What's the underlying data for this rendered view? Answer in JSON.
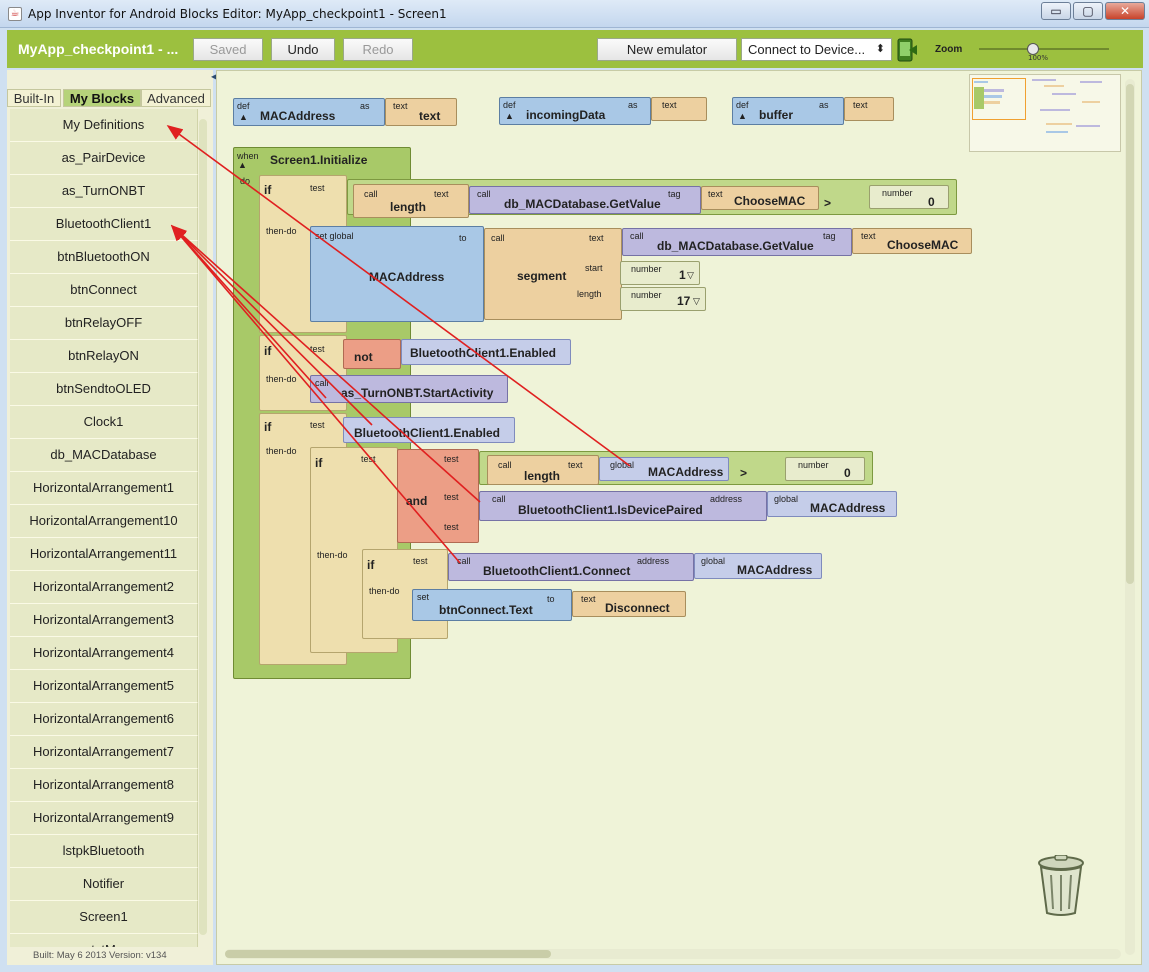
{
  "window": {
    "title": "App Inventor for Android Blocks Editor: MyApp_checkpoint1 - Screen1",
    "min": "▭",
    "max": "▢",
    "close": "✕"
  },
  "toolbar": {
    "project": "MyApp_checkpoint1 - ...",
    "saved": "Saved",
    "undo": "Undo",
    "redo": "Redo",
    "new_emulator": "New emulator",
    "connect": "Connect to Device...",
    "zoom_label": "Zoom",
    "zoom_pct": "100%"
  },
  "sidebar": {
    "tabs": [
      "Built-In",
      "My Blocks",
      "Advanced"
    ],
    "active_tab": "My Blocks",
    "items": [
      "My Definitions",
      "as_PairDevice",
      "as_TurnONBT",
      "BluetoothClient1",
      "btnBluetoothON",
      "btnConnect",
      "btnRelayOFF",
      "btnRelayON",
      "btnSendtoOLED",
      "Clock1",
      "db_MACDatabase",
      "HorizontalArrangement1",
      "HorizontalArrangement10",
      "HorizontalArrangement11",
      "HorizontalArrangement2",
      "HorizontalArrangement3",
      "HorizontalArrangement4",
      "HorizontalArrangement5",
      "HorizontalArrangement6",
      "HorizontalArrangement7",
      "HorizontalArrangement8",
      "HorizontalArrangement9",
      "lstpkBluetooth",
      "Notifier",
      "Screen1",
      "txtM"
    ],
    "built": "Built: May 6 2013 Version: v134"
  },
  "blocks": {
    "def": "def",
    "as": "as",
    "text_kw": "text",
    "call": "call",
    "number": "number",
    "global": "global",
    "set_global": "set global",
    "to": "to",
    "set": "set",
    "when": "when",
    "do": "do",
    "if": "if",
    "test": "test",
    "then_do": "then-do",
    "tag": "tag",
    "start": "start",
    "length": "length",
    "address": "address",
    "def1_name": "MACAddress",
    "def1_val": "text",
    "def2_name": "incomingData",
    "def3_name": "buffer",
    "event": "Screen1.Initialize",
    "fn_length": "length",
    "fn_getvalue": "db_MACDatabase.GetValue",
    "lit_choosemac": "ChooseMAC",
    "op_gt": ">",
    "num_0": "0",
    "set_var": "MACAddress",
    "fn_segment": "segment",
    "num_1": "1",
    "num_17": "17",
    "op_not": "not",
    "bt_enabled": "BluetoothClient1.Enabled",
    "fn_startactivity": "as_TurnONBT.StartActivity",
    "op_and": "and",
    "fn_ispaired": "BluetoothClient1.IsDevicePaired",
    "fn_connect": "BluetoothClient1.Connect",
    "set_btn": "btnConnect.Text",
    "lit_disconnect": "Disconnect"
  },
  "colors": {
    "toolbar": "#9cc03f",
    "def_block": "#a9c8e6",
    "text_block": "#edd0a0",
    "call_block": "#bdb9de",
    "arrow": "#e02020"
  },
  "icons": {
    "phone": "phone-icon",
    "trash": "trash-icon",
    "app": "java-icon"
  }
}
